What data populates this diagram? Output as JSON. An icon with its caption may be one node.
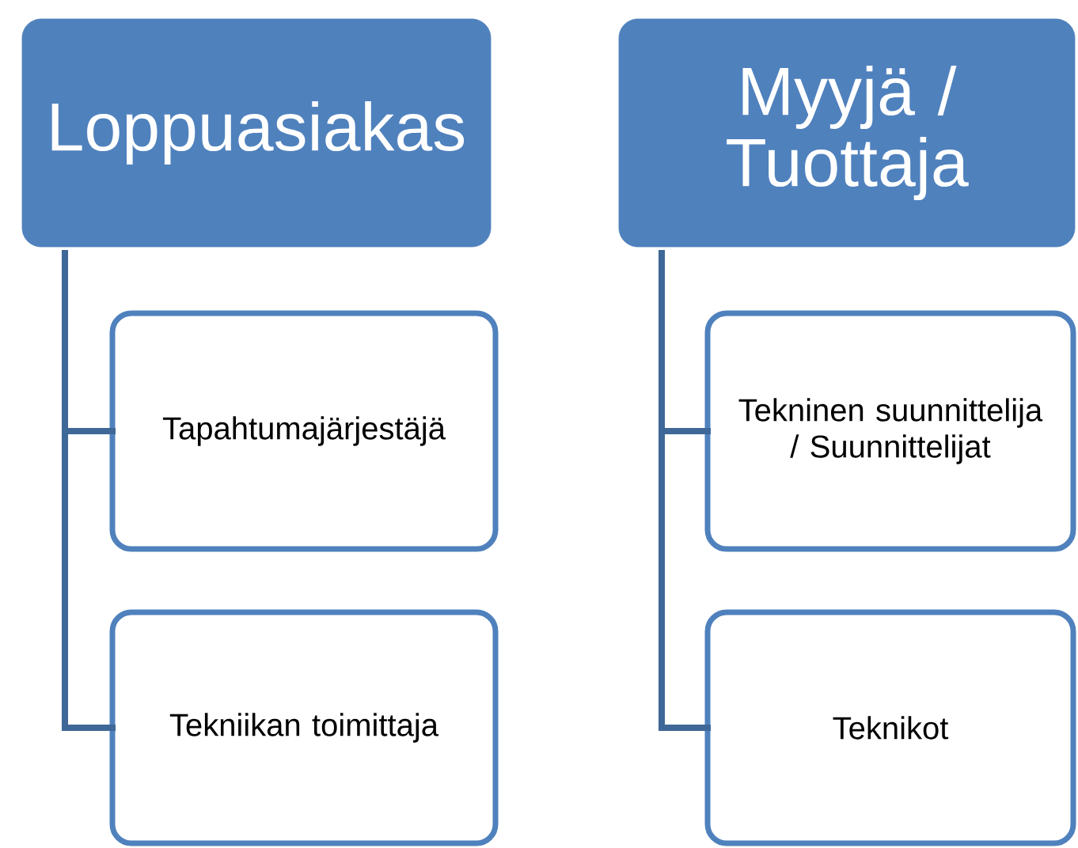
{
  "diagram": {
    "nodes": [
      {
        "text": [
          "Loppuasiakas"
        ]
      },
      {
        "text": [
          "Tapahtumajärjestäjä"
        ]
      },
      {
        "text": [
          "Tekniikan toimittaja"
        ]
      },
      {
        "text": [
          "Myyjä / Tuottaja"
        ]
      },
      {
        "text": [
          "Tekninen suunnittelija / Suunnittelijat"
        ]
      },
      {
        "text": [
          "Teknikot"
        ]
      }
    ],
    "edges": [
      {
        "from": 0,
        "to": 1,
        "arrow": "none"
      },
      {
        "from": 0,
        "to": 2,
        "arrow": "none"
      },
      {
        "from": 3,
        "to": 4,
        "arrow": "none"
      },
      {
        "from": 3,
        "to": 5,
        "arrow": "none"
      }
    ]
  }
}
